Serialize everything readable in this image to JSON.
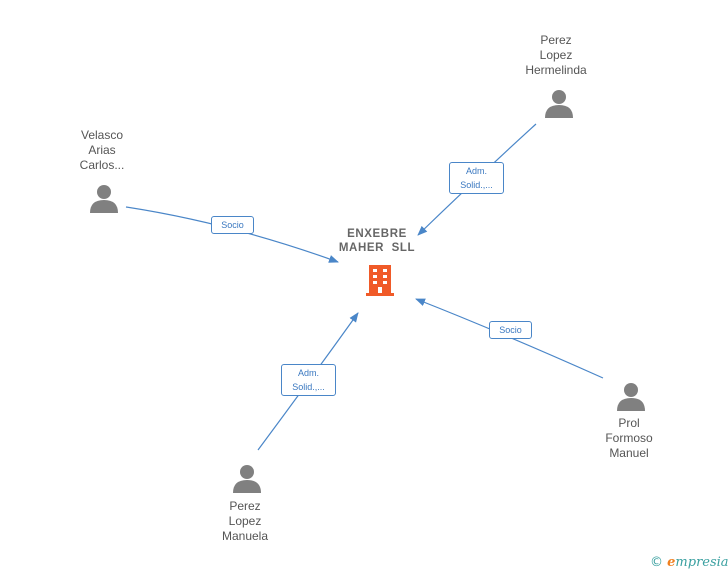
{
  "company": {
    "name_line1": "ENXEBRE",
    "name_line2": "MAHER  SLL",
    "icon": "building-icon",
    "color": "#f05a28"
  },
  "people": [
    {
      "id": "velasco",
      "lines": [
        "Velasco",
        "Arias",
        "Carlos..."
      ],
      "icon": "person-icon"
    },
    {
      "id": "hermelinda",
      "lines": [
        "Perez",
        "Lopez",
        "Hermelinda"
      ],
      "icon": "person-icon"
    },
    {
      "id": "manuela",
      "lines": [
        "Perez",
        "Lopez",
        "Manuela"
      ],
      "icon": "person-icon"
    },
    {
      "id": "manuel",
      "lines": [
        "Prol",
        "Formoso",
        "Manuel"
      ],
      "icon": "person-icon"
    }
  ],
  "relations": [
    {
      "from": "velasco",
      "label_lines": [
        "Socio"
      ]
    },
    {
      "from": "hermelinda",
      "label_lines": [
        "Adm.",
        "Solid.,..."
      ]
    },
    {
      "from": "manuela",
      "label_lines": [
        "Adm.",
        "Solid.,..."
      ]
    },
    {
      "from": "manuel",
      "label_lines": [
        "Socio"
      ]
    }
  ],
  "footer": {
    "copyright_symbol": "©",
    "brand_initial": "e",
    "brand_rest": "mpresia"
  },
  "colors": {
    "edge": "#4a86c8",
    "person": "#808080",
    "text": "#555555"
  }
}
